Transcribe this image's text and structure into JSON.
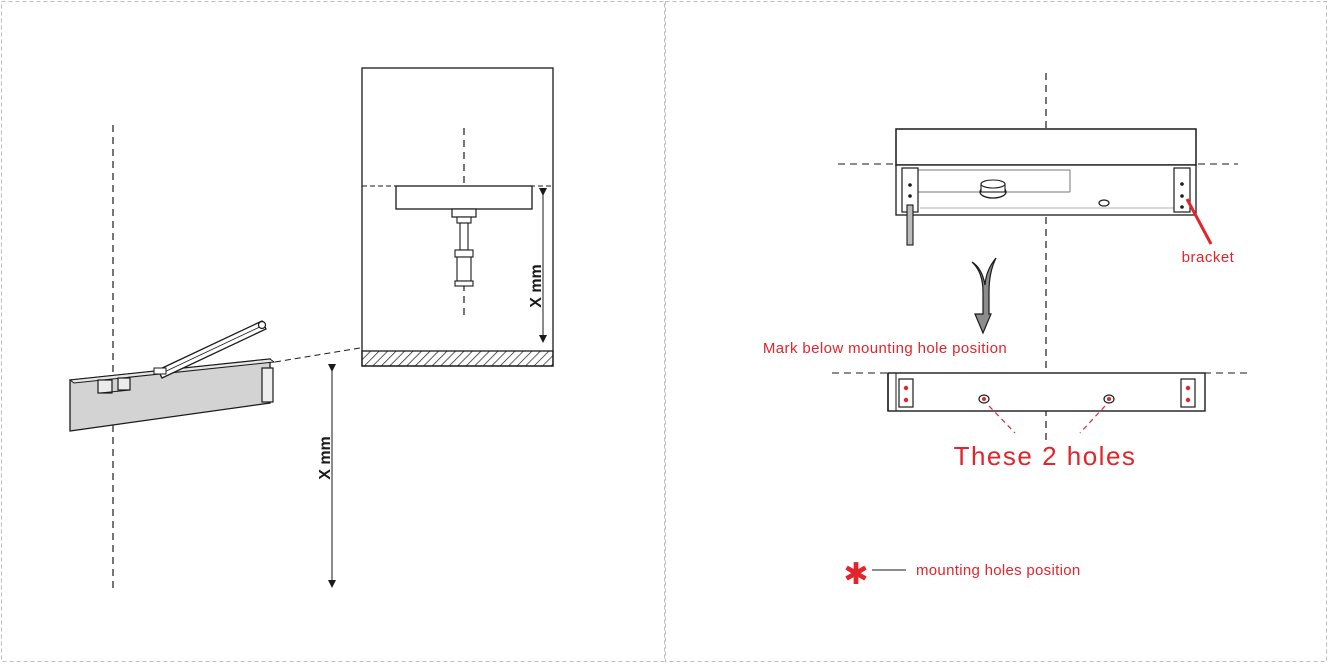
{
  "left_panel": {
    "dimension_label_top": "X mm",
    "dimension_label_bottom": "X mm"
  },
  "right_panel": {
    "bracket_label": "bracket",
    "mark_label": "Mark below mounting hole position",
    "holes_label": "These 2 holes",
    "legend_label": "mounting holes position"
  },
  "colors": {
    "accent_red": "#e3242b",
    "body_gray": "#d3d3d3",
    "line": "#1a1a1a",
    "panel_border": "#bdbdbd"
  },
  "icons": {
    "legend_marker": "asterisk-icon"
  }
}
